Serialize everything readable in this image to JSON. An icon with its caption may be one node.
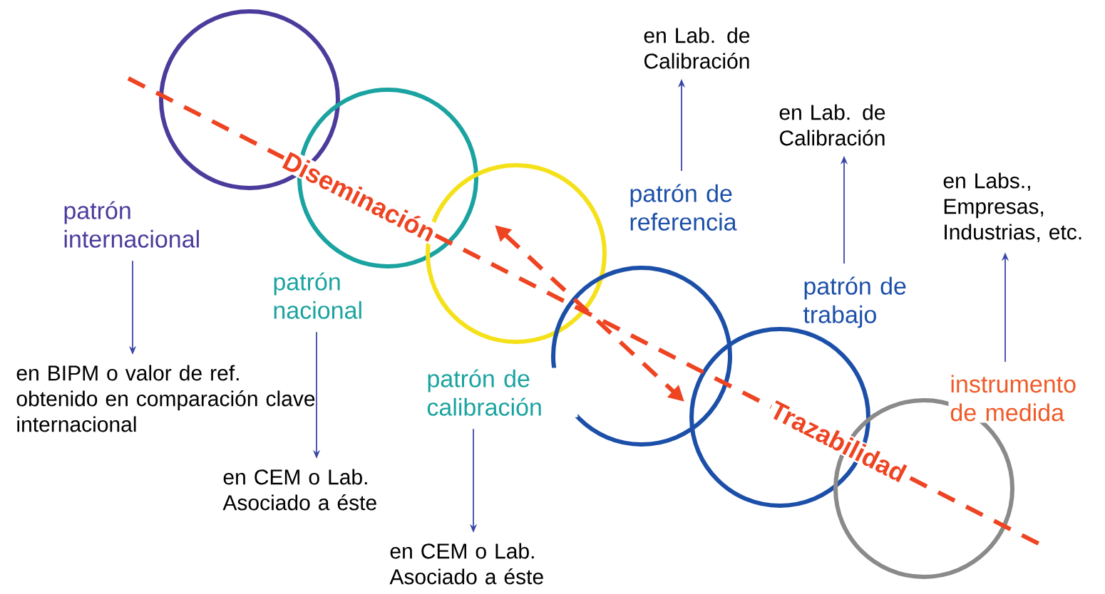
{
  "diagram": {
    "nodes": [
      {
        "text": [
          "patrón internacional"
        ]
      },
      {
        "text": [
          "en BIPM o valor de ref. obtenido en comparación clave internacional"
        ]
      },
      {
        "text": [
          "patrón nacional"
        ]
      },
      {
        "text": [
          "en CEM o Lab. Asociado a éste"
        ]
      },
      {
        "text": [
          "patrón de calibración"
        ]
      },
      {
        "text": [
          "en CEM o Lab. Asociado a éste"
        ]
      },
      {
        "text": [
          "patrón de referencia"
        ]
      },
      {
        "text": [
          "en Lab. de Calibración"
        ]
      },
      {
        "text": [
          "patrón de trabajo"
        ]
      },
      {
        "text": [
          "en Lab. de Calibración"
        ]
      },
      {
        "text": [
          "instrumento de medida"
        ]
      },
      {
        "text": [
          "en Labs., Empresas, Industrias, etc."
        ]
      }
    ],
    "edges": [
      {
        "from": 0,
        "to": 1,
        "arrow": "to"
      },
      {
        "from": 2,
        "to": 3,
        "arrow": "to"
      },
      {
        "from": 4,
        "to": 5,
        "arrow": "to"
      },
      {
        "from": 6,
        "to": 7,
        "arrow": "to"
      },
      {
        "from": 8,
        "to": 9,
        "arrow": "to"
      },
      {
        "from": 10,
        "to": 11,
        "arrow": "to"
      }
    ],
    "labels": [
      "Diseminación",
      "Trazabilidad"
    ]
  }
}
